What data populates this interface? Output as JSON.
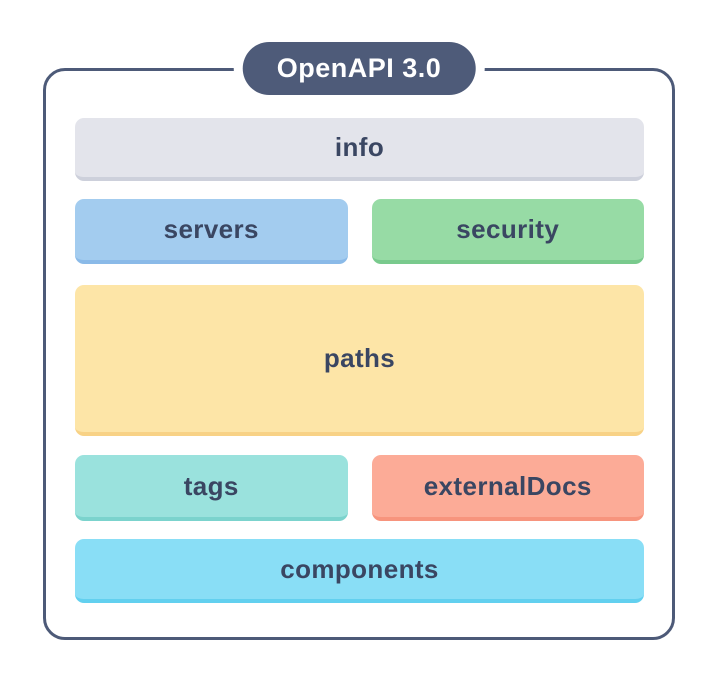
{
  "diagram": {
    "title": "OpenAPI 3.0",
    "colors": {
      "outline": "#4D5A78",
      "badge_bg": "#4E5B79",
      "badge_text": "#FFFFFF",
      "label_text": "#3A4662",
      "canvas_bg": "#FFFFFF"
    },
    "boxes": {
      "info": {
        "label": "info",
        "bg": "#E3E4EB",
        "edge": "#CDD0DB"
      },
      "servers": {
        "label": "servers",
        "bg": "#A3CCEF",
        "edge": "#8ABAE8"
      },
      "security": {
        "label": "security",
        "bg": "#97DBA5",
        "edge": "#79CA8D"
      },
      "paths": {
        "label": "paths",
        "bg": "#FDE5A7",
        "edge": "#F8D286"
      },
      "tags": {
        "label": "tags",
        "bg": "#9AE2DD",
        "edge": "#7BD3CD"
      },
      "externalDocs": {
        "label": "externalDocs",
        "bg": "#FCAB97",
        "edge": "#F7947D"
      },
      "components": {
        "label": "components",
        "bg": "#89DEF6",
        "edge": "#62D0EF"
      }
    }
  }
}
